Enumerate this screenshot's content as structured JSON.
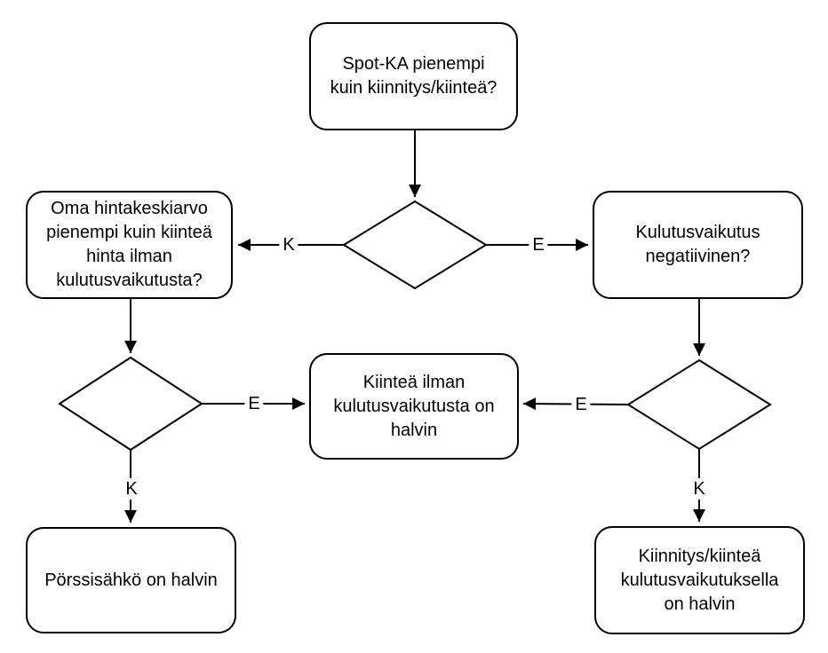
{
  "diagram": {
    "type": "flowchart",
    "colors": {
      "stroke": "#000000",
      "node_fill": "#ffffff",
      "background": "#ffffff"
    },
    "nodes": {
      "top": {
        "label": "Spot-KA pienempi\nkuin kiinnitys/kiinteä?"
      },
      "left": {
        "label": "Oma hintakeskiarvo\npienempi kuin kiinteä\nhinta ilman\nkulutusvaikutusta?"
      },
      "right": {
        "label": "Kulutusvaikutus\nnegatiivinen?"
      },
      "center": {
        "label": "Kiinteä ilman\nkulutusvaikutusta on\nhalvin"
      },
      "bottom_left": {
        "label": "Pörssisähkö on halvin"
      },
      "bottom_right": {
        "label": "Kiinnitys/kiinteä\nkulutusvaikutuksella\non halvin"
      }
    },
    "edge_labels": {
      "d1_k": "K",
      "d1_e": "E",
      "d2_e": "E",
      "d2_k": "K",
      "d3_e": "E",
      "d3_k": "K"
    }
  }
}
